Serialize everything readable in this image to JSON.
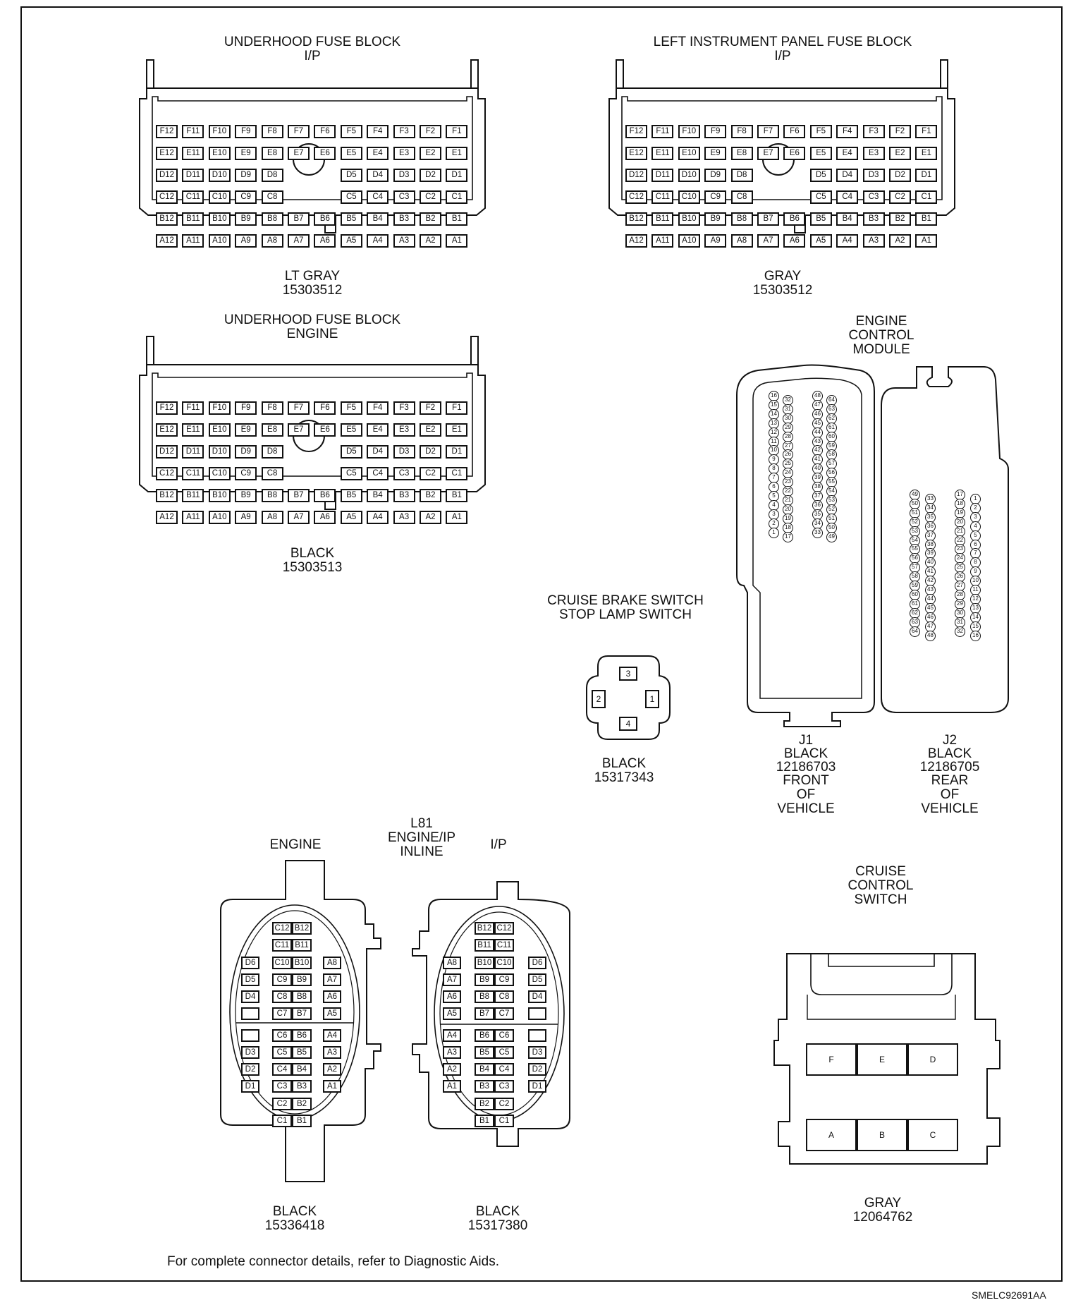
{
  "footer_note": "For complete connector details, refer to Diagnostic Aids.",
  "figure_code": "SMELC92691AA",
  "fuse_block_pins": {
    "F": [
      "F12",
      "F11",
      "F10",
      "F9",
      "F8",
      "F7",
      "F6",
      "F5",
      "F4",
      "F3",
      "F2",
      "F1"
    ],
    "E": [
      "E12",
      "E11",
      "E10",
      "E9",
      "E8",
      "E7",
      "E6",
      "E5",
      "E4",
      "E3",
      "E2",
      "E1"
    ],
    "D": [
      "D12",
      "D11",
      "D10",
      "D9",
      "D8",
      "",
      "",
      "D5",
      "D4",
      "D3",
      "D2",
      "D1"
    ],
    "C": [
      "C12",
      "C11",
      "C10",
      "C9",
      "C8",
      "",
      "",
      "C5",
      "C4",
      "C3",
      "C2",
      "C1"
    ],
    "B": [
      "B12",
      "B11",
      "B10",
      "B9",
      "B8",
      "B7",
      "B6",
      "B5",
      "B4",
      "B3",
      "B2",
      "B1"
    ],
    "A": [
      "A12",
      "A11",
      "A10",
      "A9",
      "A8",
      "A7",
      "A6",
      "A5",
      "A4",
      "A3",
      "A2",
      "A1"
    ]
  },
  "connectors": {
    "uh_ip": {
      "title": "UNDERHOOD FUSE BLOCK\nI/P",
      "color": "LT GRAY",
      "part": "15303512"
    },
    "lip": {
      "title": "LEFT INSTRUMENT PANEL FUSE BLOCK\nI/P",
      "color": "GRAY",
      "part": "15303512"
    },
    "uh_eng": {
      "title": "UNDERHOOD FUSE BLOCK\nENGINE",
      "color": "BLACK",
      "part": "15303513"
    },
    "ecm": {
      "title": "ENGINE\nCONTROL\nMODULE",
      "j1": {
        "id": "J1",
        "color": "BLACK",
        "part": "12186703",
        "loc": "FRONT\nOF\nVEHICLE"
      },
      "j2": {
        "id": "J2",
        "color": "BLACK",
        "part": "12186705",
        "loc": "REAR\nOF\nVEHICLE"
      }
    },
    "brake": {
      "title": "CRUISE BRAKE SWITCH\nSTOP LAMP SWITCH",
      "color": "BLACK",
      "part": "15317343",
      "pins": [
        "1",
        "2",
        "3",
        "4"
      ]
    },
    "inline": {
      "title": "L81\nENGINE/IP\nINLINE",
      "left_label": "ENGINE",
      "right_label": "I/P",
      "left_color": "BLACK",
      "left_part": "15336418",
      "right_color": "BLACK",
      "right_part": "15317380"
    },
    "cruise": {
      "title": "CRUISE\nCONTROL\nSWITCH",
      "color": "GRAY",
      "part": "12064762",
      "pins": [
        "F",
        "E",
        "D",
        "A",
        "B",
        "C"
      ]
    }
  },
  "inline_engine_rows": [
    [
      "",
      "C12",
      "B12",
      ""
    ],
    [
      "",
      "C11",
      "B11",
      ""
    ],
    [
      "D6",
      "C10",
      "B10",
      "A8"
    ],
    [
      "D5",
      "C9",
      "B9",
      "A7"
    ],
    [
      "D4",
      "C8",
      "B8",
      "A6"
    ],
    [
      " ",
      "C7",
      "B7",
      "A5"
    ],
    [
      " ",
      "C6",
      "B6",
      "A4"
    ],
    [
      "D3",
      "C5",
      "B5",
      "A3"
    ],
    [
      "D2",
      "C4",
      "B4",
      "A2"
    ],
    [
      "D1",
      "C3",
      "B3",
      "A1"
    ],
    [
      "",
      "C2",
      "B2",
      ""
    ],
    [
      "",
      "C1",
      "B1",
      ""
    ]
  ]
}
